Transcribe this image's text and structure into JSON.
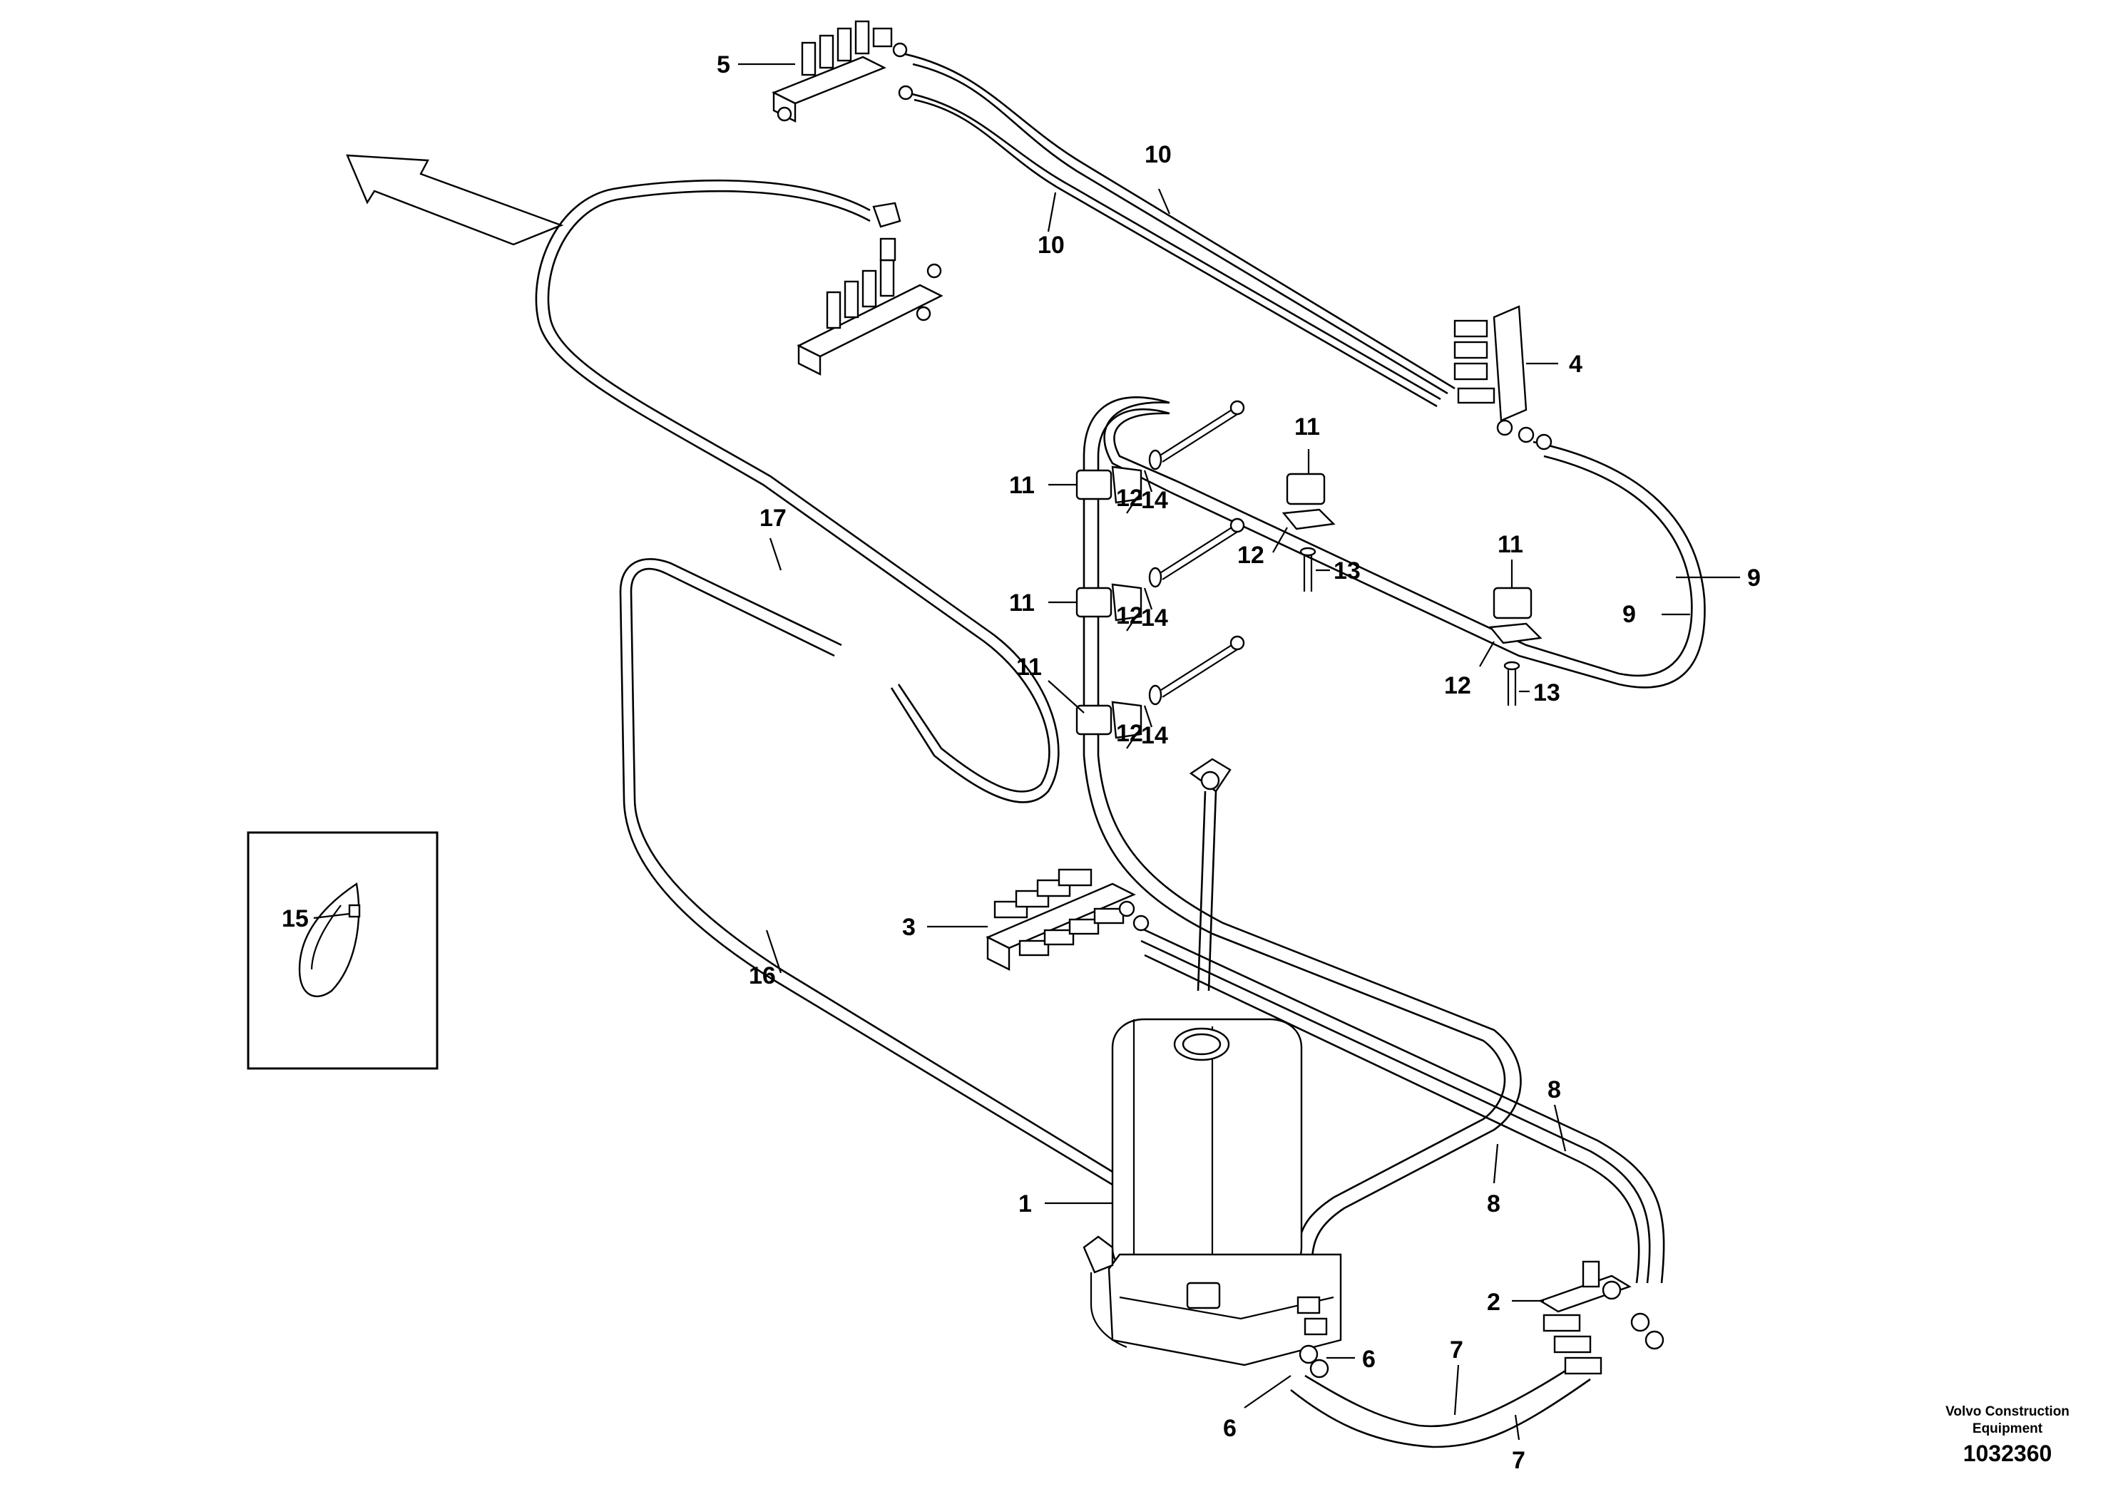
{
  "callouts": {
    "c1": "1",
    "c2": "2",
    "c3": "3",
    "c4": "4",
    "c5": "5",
    "c6a": "6",
    "c6b": "6",
    "c7a": "7",
    "c7b": "7",
    "c8a": "8",
    "c8b": "8",
    "c9a": "9",
    "c9b": "9",
    "c10a": "10",
    "c10b": "10",
    "c11a": "11",
    "c11b": "11",
    "c11c": "11",
    "c11d": "11",
    "c11e": "11",
    "c12a": "12",
    "c12b": "12",
    "c12c": "12",
    "c12d": "12",
    "c12e": "12",
    "c13a": "13",
    "c13b": "13",
    "c14a": "14",
    "c14b": "14",
    "c14c": "14",
    "c15": "15",
    "c16": "16",
    "c17": "17"
  },
  "footer": {
    "company_line1": "Volvo Construction",
    "company_line2": "Equipment",
    "drawing_number": "1032360"
  }
}
